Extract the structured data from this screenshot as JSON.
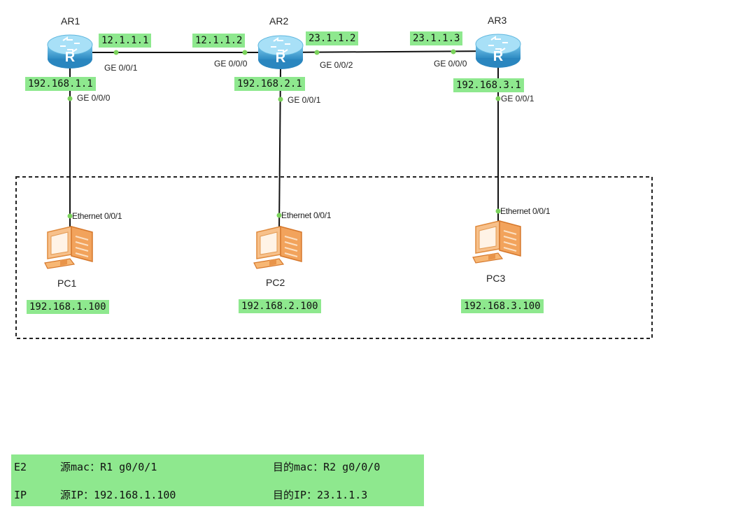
{
  "routers": [
    {
      "name": "AR1"
    },
    {
      "name": "AR2"
    },
    {
      "name": "AR3"
    }
  ],
  "pcs": [
    {
      "name": "PC1",
      "ip": "192.168.1.100",
      "port": "Ethernet 0/0/1"
    },
    {
      "name": "PC2",
      "ip": "192.168.2.100",
      "port": "Ethernet 0/0/1"
    },
    {
      "name": "PC3",
      "ip": "192.168.3.100",
      "port": "Ethernet 0/0/1"
    }
  ],
  "links": {
    "ar1_ar2": {
      "ar1_ip": "12.1.1.1",
      "ar1_port": "GE 0/0/1",
      "ar2_ip": "12.1.1.2",
      "ar2_port": "GE 0/0/0"
    },
    "ar2_ar3": {
      "ar2_ip": "23.1.1.2",
      "ar2_port": "GE 0/0/2",
      "ar3_ip": "23.1.1.3",
      "ar3_port": "GE 0/0/0"
    },
    "ar1_pc1": {
      "router_ip": "192.168.1.1",
      "router_port": "GE 0/0/0"
    },
    "ar2_pc2": {
      "router_ip": "192.168.2.1",
      "router_port": "GE 0/0/1"
    },
    "ar3_pc3": {
      "router_ip": "192.168.3.1",
      "router_port": "GE 0/0/1"
    }
  },
  "summary": {
    "e2": {
      "layer": "E2",
      "src": "源mac：R1 g0/0/1",
      "dst": "目的mac：R2 g0/0/0"
    },
    "ip": {
      "layer": "IP",
      "src": "源IP：192.168.1.100",
      "dst": "目的IP：23.1.1.3"
    }
  },
  "colors": {
    "label_highlight": "#8ee88e",
    "router_body": "#3fa6d8",
    "router_top": "#9edcf5",
    "pc_body": "#f5b16b",
    "link": "#111111",
    "port_dot": "#7bd35c"
  }
}
